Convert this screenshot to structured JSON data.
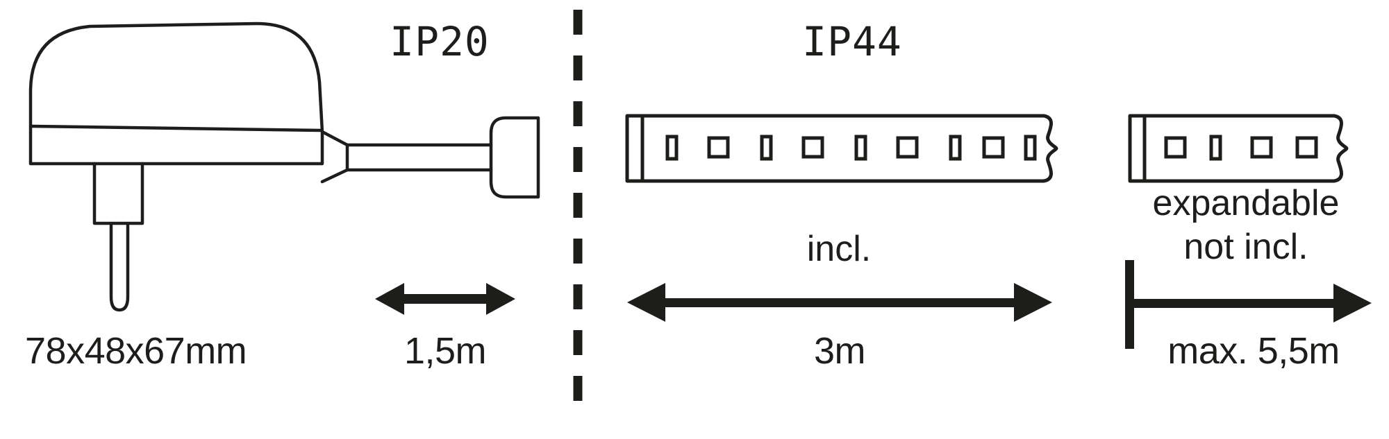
{
  "figure": {
    "kind": "product-dimension-diagram",
    "background_color": "#ffffff",
    "line_color": "#1d1d1b"
  },
  "left_section": {
    "name": "power-supply-section",
    "ip_rating": "IP20",
    "dimensions_label": "78x48x67mm",
    "cable_length_label": "1,5m",
    "icons": {
      "power_supply": "power-supply-icon",
      "cable": "cable-icon",
      "connector": "connector-plug-icon",
      "length_arrow": "double-arrow-icon"
    }
  },
  "divider": {
    "name": "dashed-divider",
    "style": "dashed-vertical"
  },
  "right_section": {
    "name": "led-strip-section",
    "ip_rating": "IP44",
    "included_strip": {
      "included_label": "incl.",
      "length_label": "3m",
      "icon": "led-strip-icon",
      "arrow_icon": "double-arrow-icon"
    },
    "extension_strip": {
      "expandable_label": "expandable",
      "not_included_label": "not incl.",
      "max_length_label": "max. 5,5m",
      "icon": "led-strip-icon",
      "arrow_icon": "single-arrow-right-icon"
    }
  }
}
